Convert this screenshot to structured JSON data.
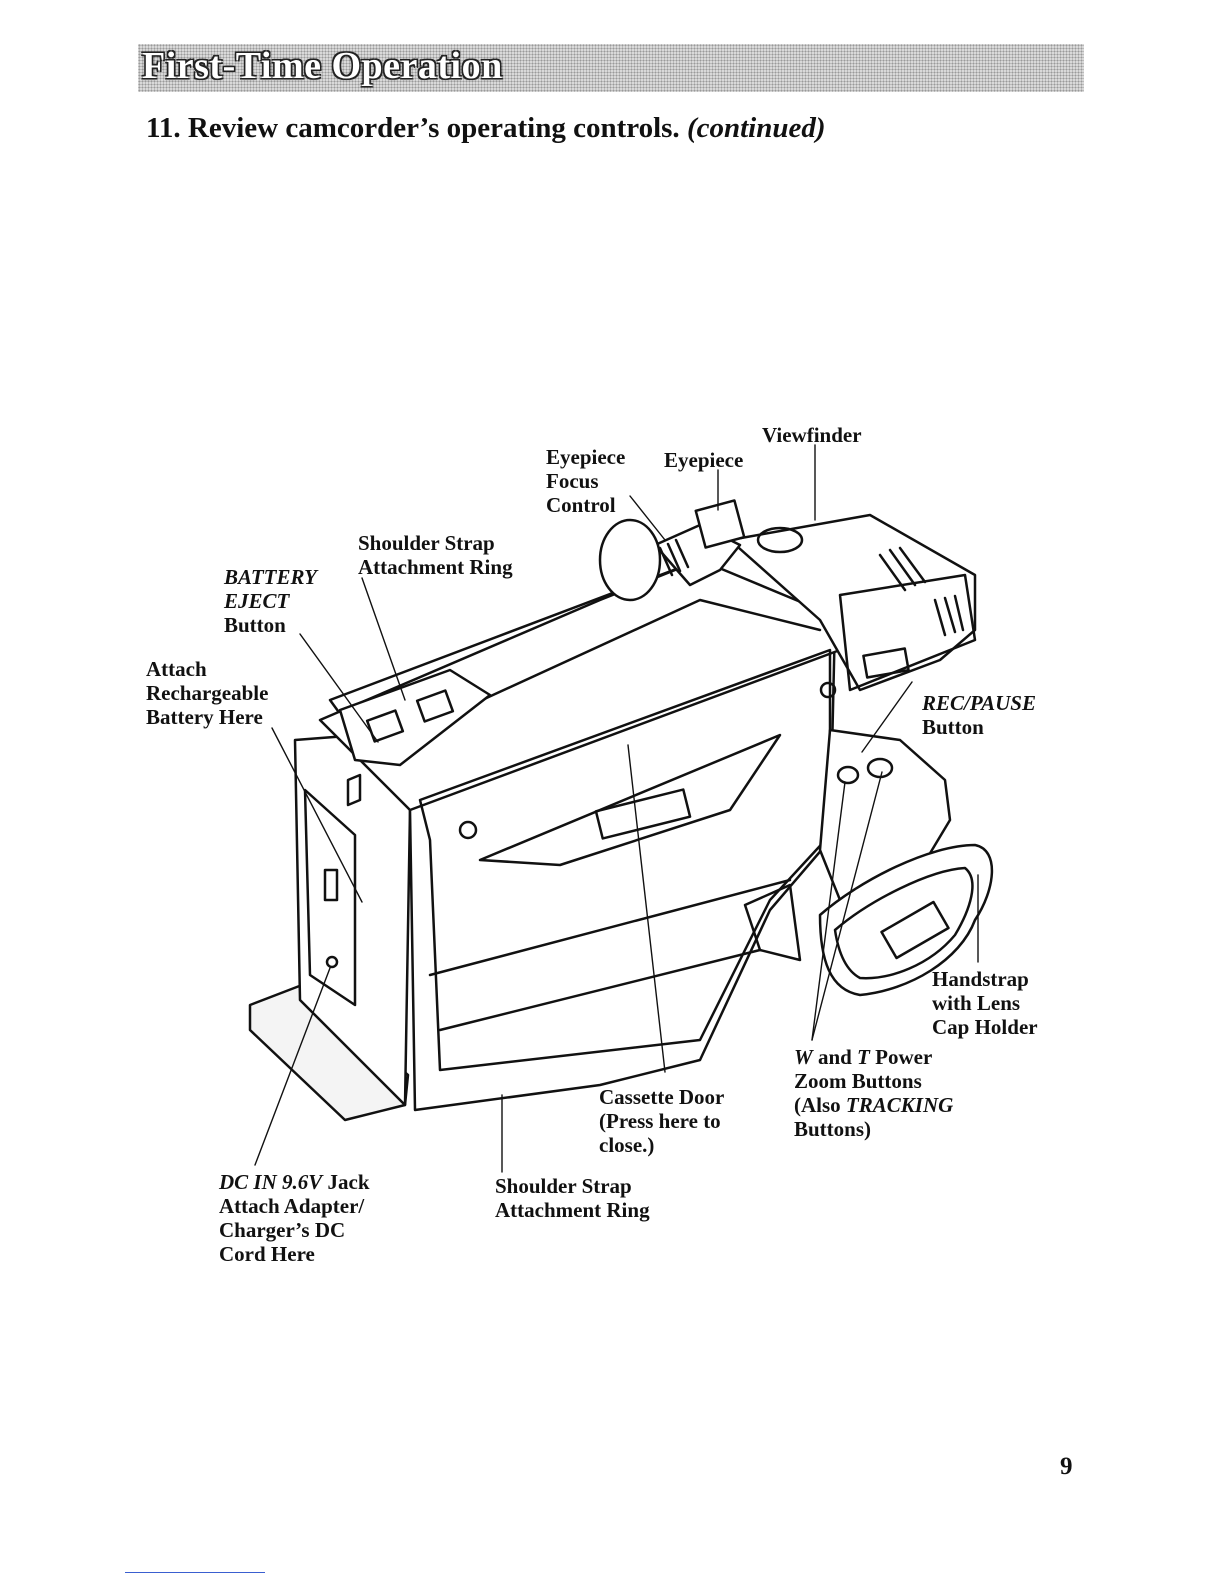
{
  "header": {
    "section_title": "First-Time Operation"
  },
  "heading": {
    "text": "11. Review camcorder’s operating controls.",
    "continued": "(continued)"
  },
  "labels": {
    "viewfinder": "Viewfinder",
    "eyepiece_focus": [
      "Eyepiece",
      "Focus",
      "Control"
    ],
    "eyepiece": "Eyepiece",
    "shoulder_strap_top": [
      "Shoulder Strap",
      "Attachment Ring"
    ],
    "battery_eject": [
      "BATTERY",
      "EJECT",
      "Button"
    ],
    "attach_battery": [
      "Attach",
      "Rechargeable",
      "Battery Here"
    ],
    "rec_pause": [
      "REC/PAUSE",
      "Button"
    ],
    "handstrap": [
      "Handstrap",
      "with Lens",
      "Cap Holder"
    ],
    "zoom": {
      "w": "W",
      "and": " and ",
      "t": "T",
      "power": " Power",
      "line2": "Zoom Buttons",
      "also": "(Also ",
      "tracking": "TRACKING",
      "line4": "Buttons)"
    },
    "cassette_door": [
      "Cassette Door",
      "(Press here to",
      "close.)"
    ],
    "shoulder_strap_bottom": [
      "Shoulder Strap",
      "Attachment Ring"
    ],
    "dc_in": {
      "jack_name": "DC IN 9.6V",
      "jack_word": " Jack",
      "line2": "Attach Adapter/",
      "line3": "Charger’s DC",
      "line4": "Cord Here"
    }
  },
  "page_number": "9"
}
